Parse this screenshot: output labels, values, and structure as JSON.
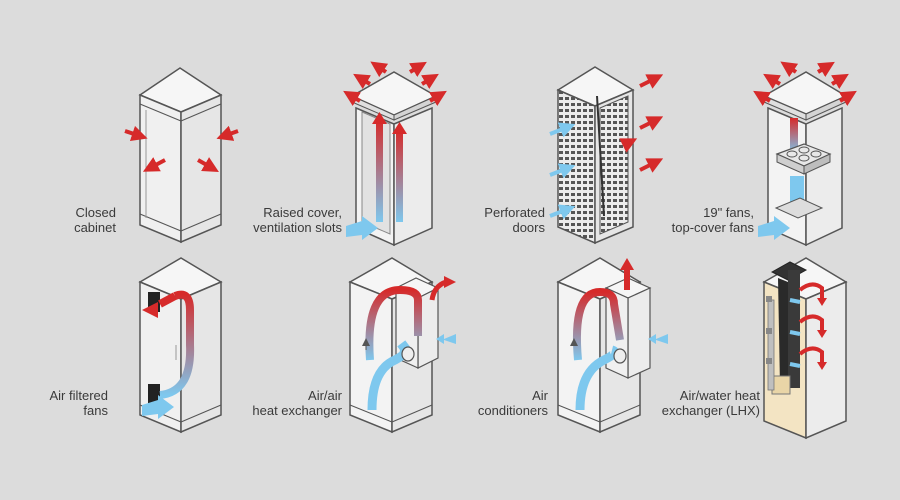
{
  "colors": {
    "background": "#dcdcdc",
    "cabinet_line": "#555555",
    "cabinet_fill": "#f2f2f2",
    "hot_air": "#d62a2a",
    "cool_air": "#7ec8ee",
    "lhx_fill": "#f3e4c3"
  },
  "panels": [
    {
      "name": "closed-cabinet",
      "lines": [
        "Closed",
        "cabinet"
      ]
    },
    {
      "name": "raised-cover",
      "lines": [
        "Raised cover,",
        "ventilation slots"
      ]
    },
    {
      "name": "perforated-doors",
      "lines": [
        "Perforated",
        "doors"
      ]
    },
    {
      "name": "fans",
      "lines": [
        "19\" fans,",
        "top-cover fans"
      ]
    },
    {
      "name": "air-filtered-fans",
      "lines": [
        "Air filtered",
        "fans"
      ]
    },
    {
      "name": "air-air-heat-exchanger",
      "lines": [
        "Air/air",
        "heat exchanger"
      ]
    },
    {
      "name": "air-conditioners",
      "lines": [
        "Air",
        "conditioners"
      ]
    },
    {
      "name": "air-water-heat-exchanger",
      "lines": [
        "Air/water heat",
        "exchanger (LHX)"
      ]
    }
  ],
  "icons": {
    "hot_air": "hot-air-arrow-icon",
    "cool_air": "cool-air-arrow-icon",
    "fan": "fan-icon"
  }
}
